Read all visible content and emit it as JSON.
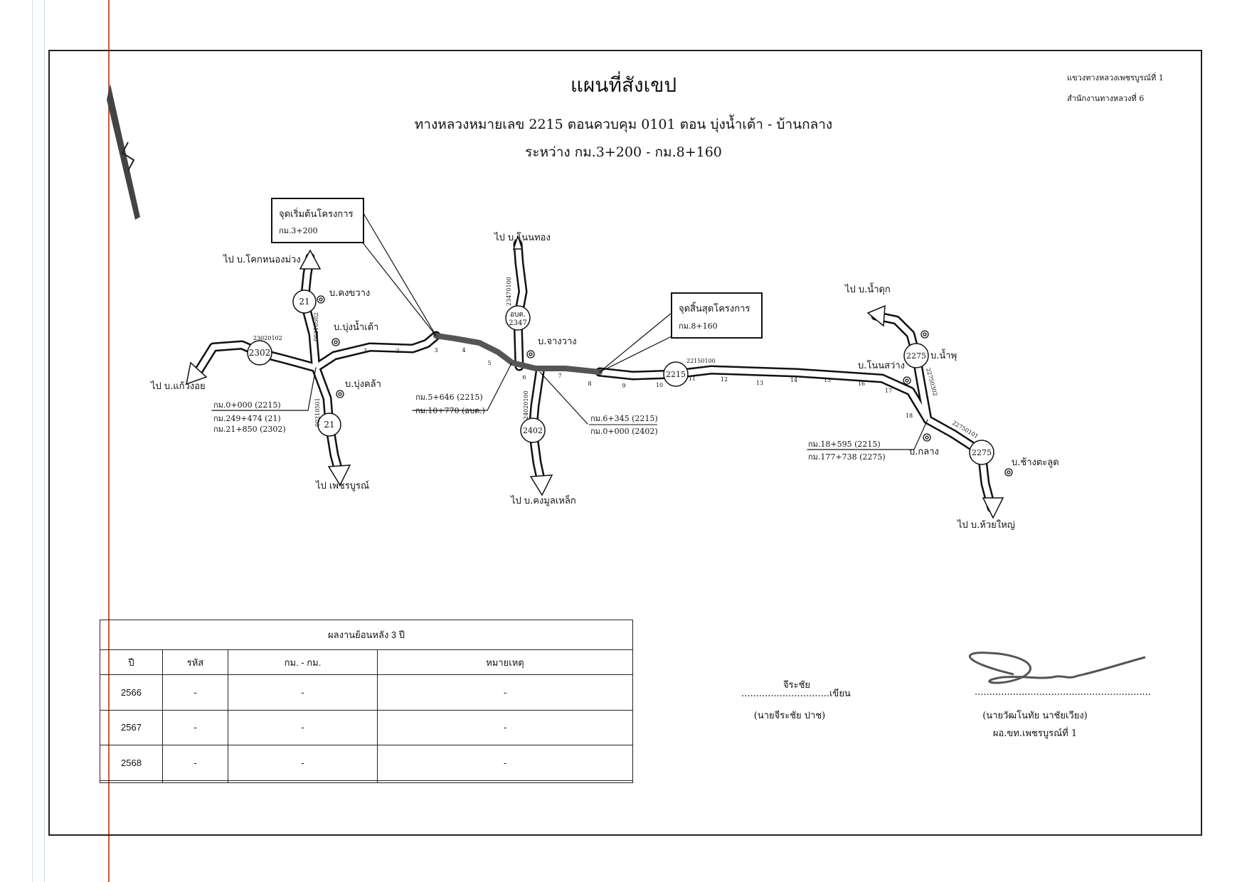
{
  "header": {
    "title": "แผนที่สังเขป",
    "subtitle": "ทางหลวงหมายเลข 2215 ตอนควบคุม 0101 ตอน บุ่งน้ำเต้า - บ้านกลาง",
    "range": "ระหว่าง กม.3+200 - กม.8+160",
    "office_line1": "แขวงทางหลวงเพชรบูรณ์ที่ 1",
    "office_line2": "สำนักงานทางหลวงที่ 6"
  },
  "map": {
    "start_box": {
      "title": "จุดเริ่มต้นโครงการ",
      "km": "กม.3+200"
    },
    "end_box": {
      "title": "จุดสิ้นสุดโครงการ",
      "km": "กม.8+160"
    },
    "route_shields": {
      "r21_north": "21",
      "r21_south": "21",
      "r2302": "2302",
      "r2347_a": "อบต.",
      "r2347_b": "2347",
      "r2402": "2402",
      "r2215": "2215",
      "r2275_north": "2275",
      "r2275_south": "2275"
    },
    "control_codes": {
      "c23020102": "23020102",
      "c00210502": "00210502",
      "c00210501": "00210501",
      "c23470100": "23470100",
      "c24020100": "24020100",
      "c22150100": "22150100",
      "c22750302": "22750302",
      "c22750101": "22750101"
    },
    "destinations": {
      "khok_nong_muang": "ไป บ.โคกหนองม่วง",
      "kaeo_ngoi": "ไป บ.แก้วงอย",
      "phetchabun": "ไป เพชรบูรณ์",
      "non_thong": "ไป บ.โนนทอง",
      "khong_mun_lek": "ไป บ.คงมูลเหล็ก",
      "nam_duk": "ไป บ.น้ำดุก",
      "huai_yai": "ไป บ.ห้วยใหญ่"
    },
    "villages": {
      "khong_khwang": "บ.คงขวาง",
      "bung_nam_tao": "บ.บุ่งน้ำเต้า",
      "bung_khla": "บ.บุ่งคล้า",
      "chang_wang": "บ.จางวาง",
      "non_sawang": "บ.โนนสว่าง",
      "nam_phu": "บ.น้ำพุ",
      "klang": "บ.กลาง",
      "chang_talut": "บ.ช้างตะลูด"
    },
    "km_notes": {
      "j1_a": "กม.0+000 (2215)",
      "j1_b": "กม.249+474 (21)",
      "j1_c": "กม.21+850 (2302)",
      "j2_a": "กม.5+646 (2215)",
      "j2_b": "กม.10+770 (อบต.)",
      "j3_a": "กม.6+345 (2215)",
      "j3_b": "กม.0+000 (2402)",
      "j4_a": "กม.18+595 (2215)",
      "j4_b": "กม.177+738 (2275)"
    },
    "km_ticks": [
      "1",
      "2",
      "3",
      "4",
      "5",
      "6",
      "7",
      "8",
      "9",
      "10",
      "11",
      "12",
      "13",
      "14",
      "15",
      "16",
      "17",
      "18"
    ]
  },
  "history_table": {
    "title": "ผลงานย้อนหลัง 3 ปี",
    "columns": [
      "ปี",
      "รหัส",
      "กม. - กม.",
      "หมายเหตุ"
    ],
    "rows": [
      [
        "2566",
        "-",
        "-",
        "-"
      ],
      [
        "2567",
        "-",
        "-",
        "-"
      ],
      [
        "2568",
        "-",
        "-",
        "-"
      ],
      [
        "",
        "",
        "",
        ""
      ]
    ]
  },
  "signatures": {
    "writer_signed": "จีระชัย",
    "writer_suffix": "เขียน",
    "writer_name": "(นายจีระชัย  ปาช)",
    "approver_name": "(นายวัฒโนทัย  นาชัยเวียง)",
    "approver_title": "ผอ.ขท.เพชรบูรณ์ที่ 1"
  },
  "colors": {
    "margin_line": "#e0502a",
    "guide_line": "#b9d3ea",
    "ink": "#111111"
  }
}
